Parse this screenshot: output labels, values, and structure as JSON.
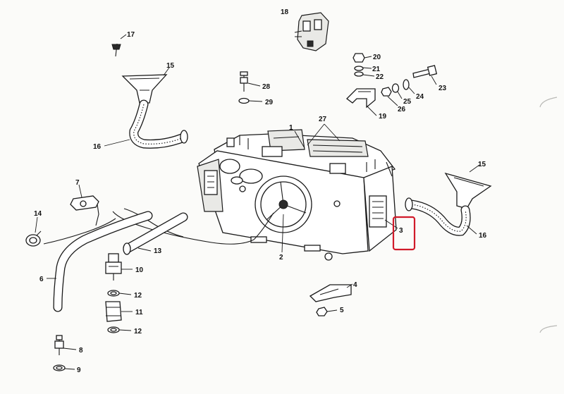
{
  "callouts": {
    "c1": "1",
    "c2": "2",
    "c3": "3",
    "c4": "4",
    "c5": "5",
    "c6": "6",
    "c7": "7",
    "c8": "8",
    "c9": "9",
    "c10": "10",
    "c11": "11",
    "c12a": "12",
    "c12b": "12",
    "c13": "13",
    "c14": "14",
    "c15a": "15",
    "c15b": "15",
    "c16a": "16",
    "c16b": "16",
    "c17": "17",
    "c18": "18",
    "c19": "19",
    "c20": "20",
    "c21": "21",
    "c22": "22",
    "c23": "23",
    "c24": "24",
    "c25": "25",
    "c26": "26",
    "c27": "27",
    "c28": "28",
    "c29": "29"
  },
  "highlight": {
    "color": "#d11a2a",
    "target_callout": "3"
  }
}
